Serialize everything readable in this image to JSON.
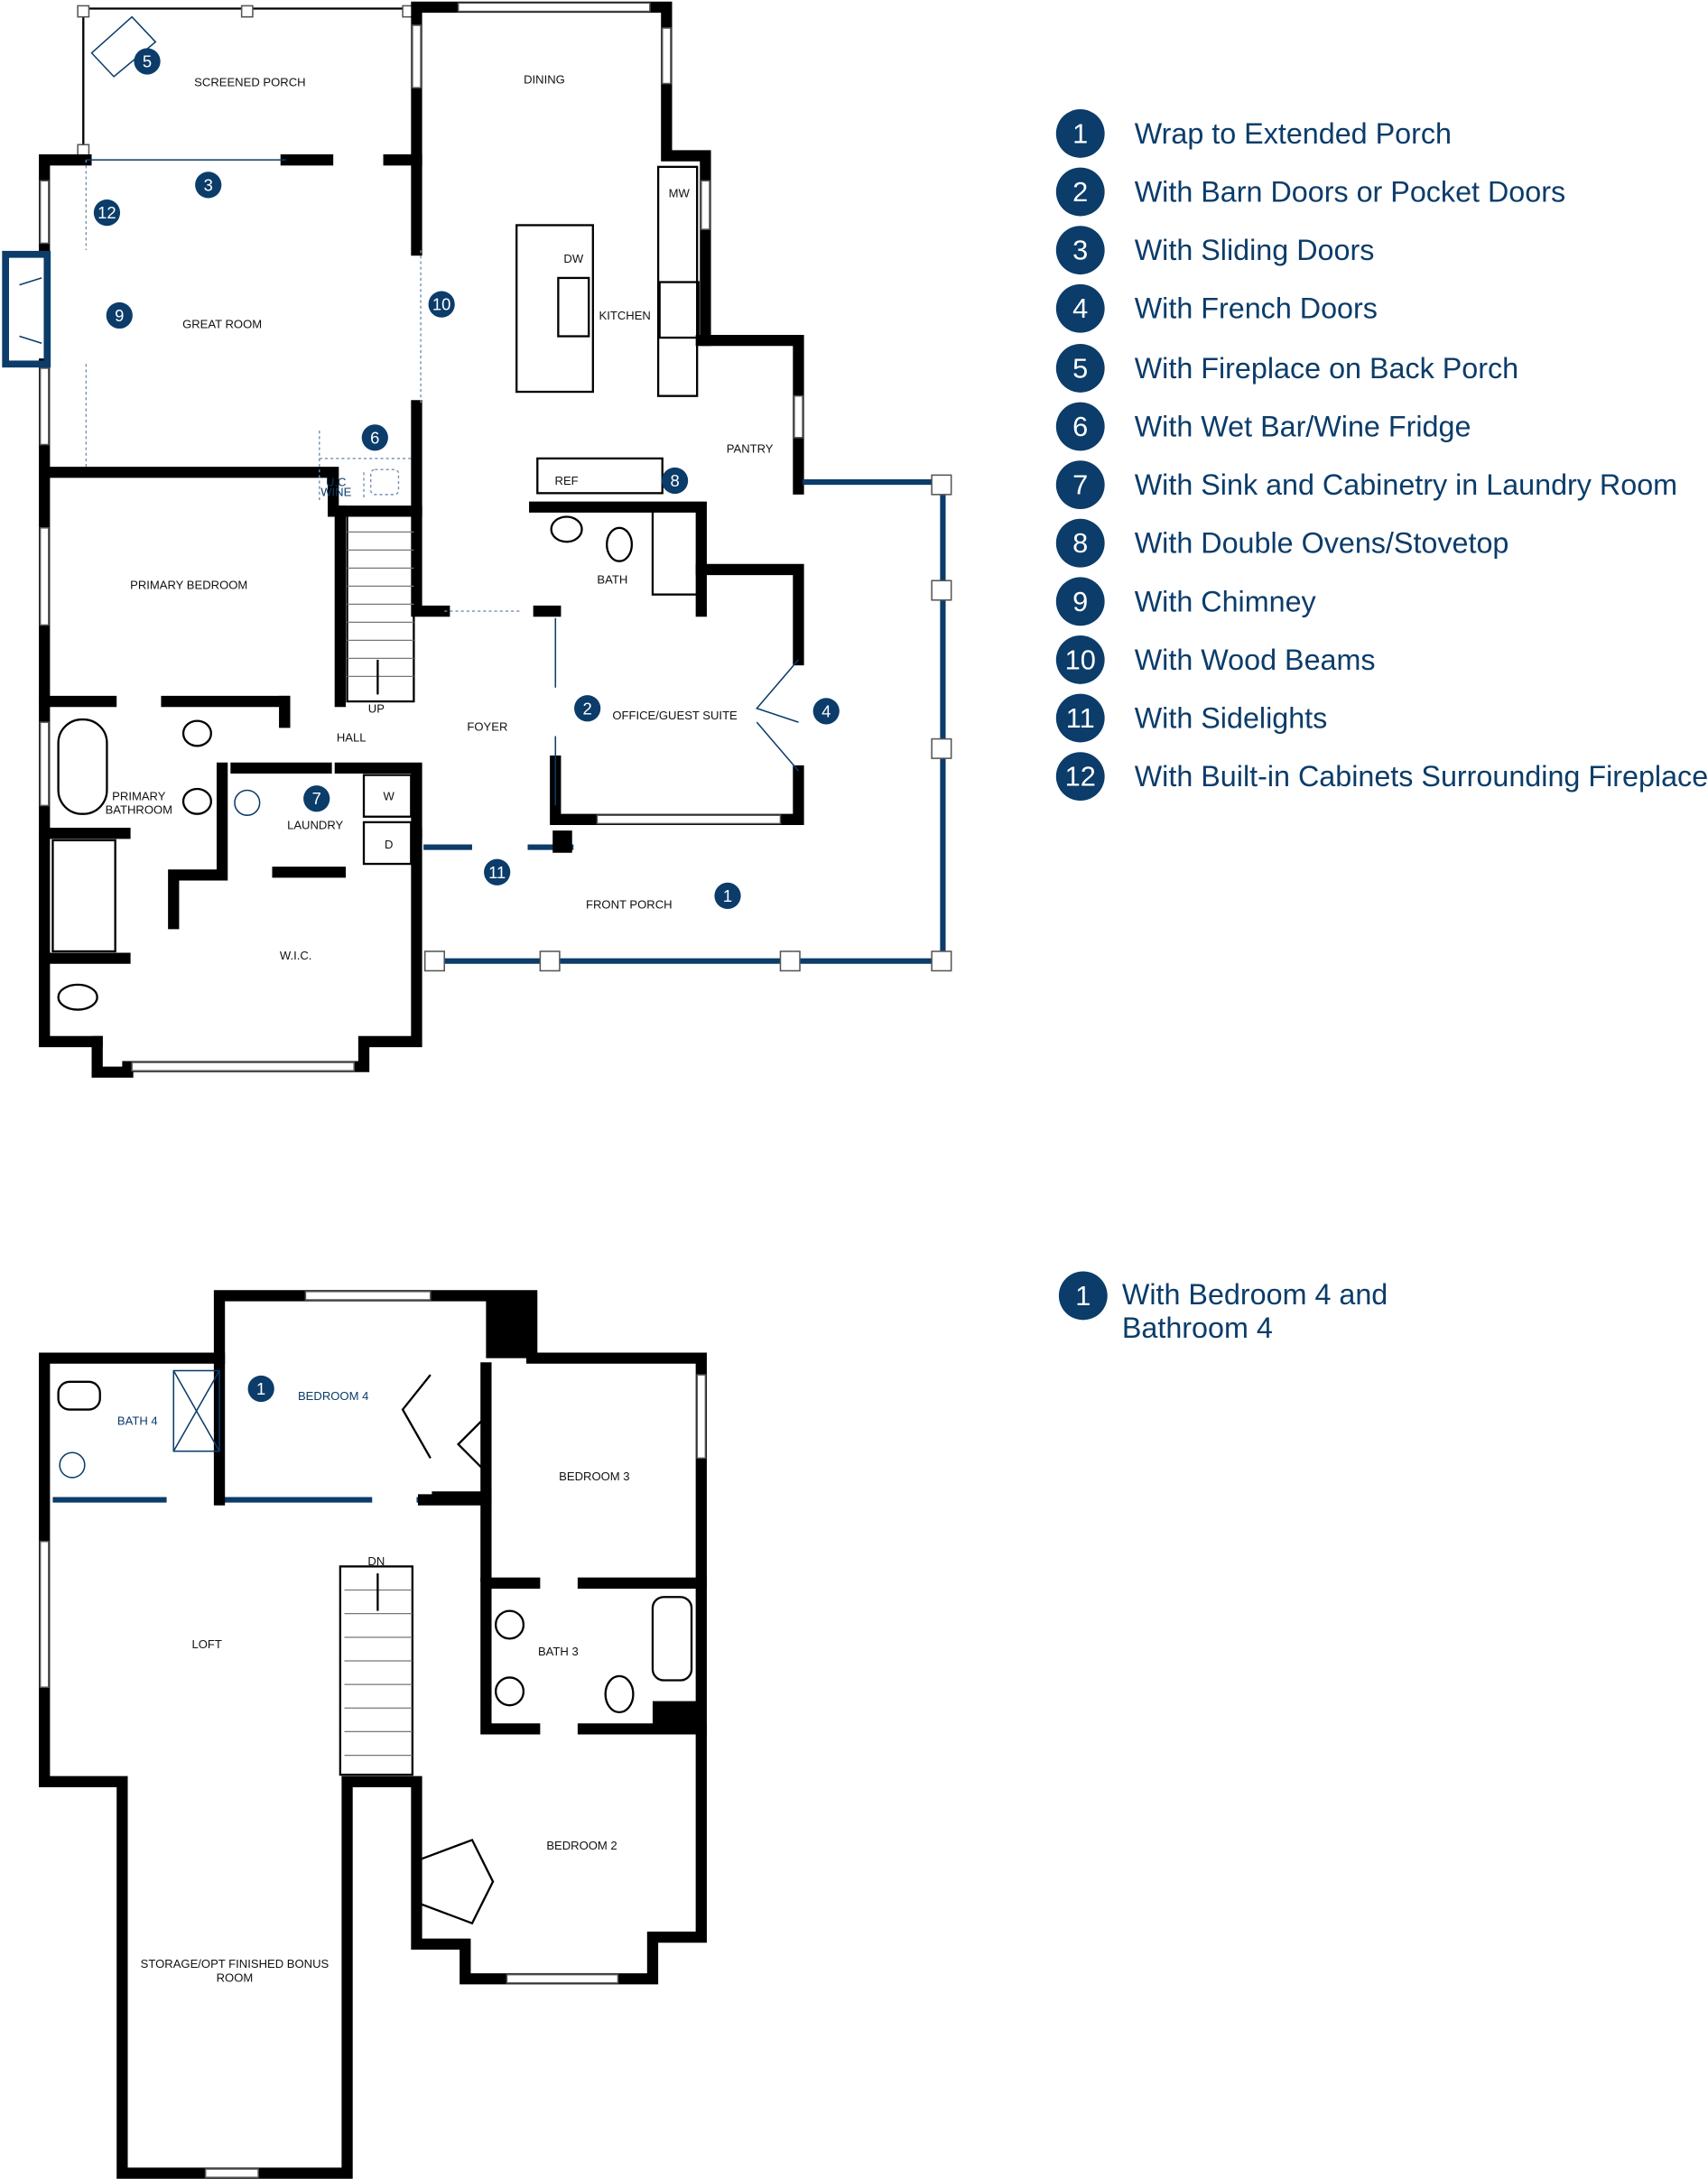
{
  "colors": {
    "accent": "#0b3c6a",
    "wall": "#000000"
  },
  "first_floor": {
    "rooms": {
      "screened_porch": "SCREENED PORCH",
      "dining": "DINING",
      "great_room": "GREAT ROOM",
      "kitchen": "KITCHEN",
      "mw": "MW",
      "dw": "DW",
      "pantry": "PANTRY",
      "ref": "REF",
      "bath": "BATH",
      "uc_wine_1": "U.C",
      "uc_wine_2": "WINE",
      "primary_bedroom": "PRIMARY BEDROOM",
      "up": "UP",
      "hall": "HALL",
      "foyer": "FOYER",
      "office": "OFFICE/GUEST SUITE",
      "primary_bath_1": "PRIMARY",
      "primary_bath_2": "BATHROOM",
      "laundry": "LAUNDRY",
      "washer": "W",
      "dryer": "D",
      "front_porch": "FRONT PORCH",
      "wic": "W.I.C."
    },
    "badges": [
      "1",
      "2",
      "3",
      "4",
      "5",
      "6",
      "7",
      "8",
      "9",
      "10",
      "11",
      "12"
    ]
  },
  "second_floor": {
    "rooms": {
      "bedroom4": "BEDROOM 4",
      "bath4": "BATH 4",
      "bedroom3": "BEDROOM 3",
      "dn": "DN",
      "loft": "LOFT",
      "bath3": "BATH 3",
      "bedroom2": "BEDROOM 2",
      "storage_1": "STORAGE/OPT FINISHED BONUS",
      "storage_2": "ROOM"
    },
    "badges": [
      "1"
    ]
  },
  "legend_first": [
    {
      "num": "1",
      "text": "Wrap to Extended Porch"
    },
    {
      "num": "2",
      "text": "With Barn Doors or Pocket Doors"
    },
    {
      "num": "3",
      "text": "With Sliding Doors"
    },
    {
      "num": "4",
      "text": "With French Doors"
    },
    {
      "num": "5",
      "text": "With Fireplace on Back Porch"
    },
    {
      "num": "6",
      "text": "With Wet Bar/Wine Fridge"
    },
    {
      "num": "7",
      "text": "With Sink and Cabinetry in Laundry Room"
    },
    {
      "num": "8",
      "text": "With Double Ovens/Stovetop"
    },
    {
      "num": "9",
      "text": "With Chimney"
    },
    {
      "num": "10",
      "text": "With Wood Beams"
    },
    {
      "num": "11",
      "text": "With Sidelights"
    },
    {
      "num": "12",
      "text": "With Built-in Cabinets Surrounding Fireplace"
    }
  ],
  "legend_second": {
    "num": "1",
    "line1": "With Bedroom 4 and",
    "line2": "Bathroom 4"
  }
}
